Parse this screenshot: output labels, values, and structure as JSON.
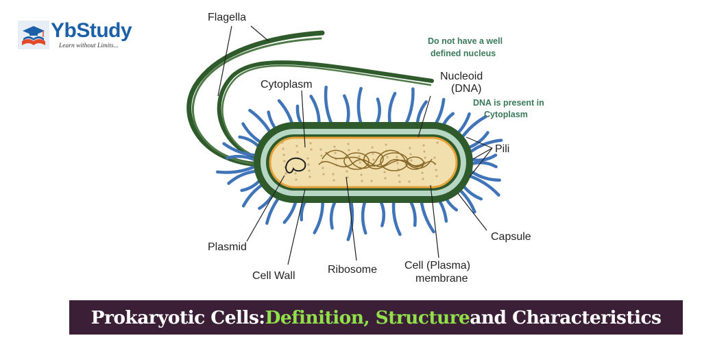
{
  "logo": {
    "brand": "YbStudy",
    "tagline": "Learn without Limits...",
    "icon": "graduation-cap-book-icon"
  },
  "diagram": {
    "labels": {
      "flagella": "Flagella",
      "cytoplasm": "Cytoplasm",
      "nucleoid_line1": "Nucleoid",
      "nucleoid_line2": "(DNA)",
      "pili": "Pili",
      "capsule": "Capsule",
      "plasmid": "Plasmid",
      "cell_wall": "Cell Wall",
      "ribosome": "Ribosome",
      "membrane_line1": "Cell (Plasma)",
      "membrane_line2": "membrane"
    },
    "notes": {
      "nucleus_line1": "Do not have a well",
      "nucleus_line2": "defined nucleus",
      "dna_line1": "DNA is present in",
      "dna_line2": "Cytoplasm"
    },
    "colors": {
      "capsule": "#2f5a2c",
      "cell_wall": "#b7d6c4",
      "cytoplasm": "#f2dfae",
      "membrane": "#e7a23a",
      "pili": "#3f74b8",
      "flagella": "#2f5a2c",
      "note_text": "#3a7a5a"
    }
  },
  "banner": {
    "part1": "Prokaryotic Cells: ",
    "part2": "Definition, Structure",
    "part3": " and Characteristics",
    "background": "#3b1f36",
    "accent": "#8fe04a"
  }
}
